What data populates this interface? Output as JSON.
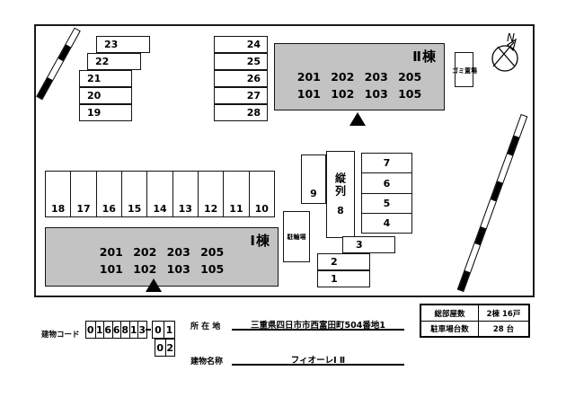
{
  "site_map": {
    "compass_n": "N",
    "garbage_label": "ゴミ置場",
    "bicycle_parking_label": "駐輪場",
    "buildings": [
      {
        "id": "building-2",
        "label": "Ⅱ棟",
        "rooms_row1": "201 202 203 205",
        "rooms_row2": "101 102 103 105"
      },
      {
        "id": "building-1",
        "label": "Ⅰ棟",
        "rooms_row1": "201 202 203 205",
        "rooms_row2": "101 102 103 105"
      }
    ],
    "parking": {
      "left_group": [
        "23",
        "22",
        "21",
        "20",
        "19"
      ],
      "top_column": [
        "24",
        "25",
        "26",
        "27",
        "28"
      ],
      "middle_row": [
        "18",
        "17",
        "16",
        "15",
        "14",
        "13",
        "12",
        "11",
        "10"
      ],
      "cluster": {
        "nine": "9",
        "tandem_label": "縦列",
        "eight": "8",
        "stack": [
          "7",
          "6",
          "5",
          "4"
        ],
        "three": "3",
        "two": "2",
        "one": "1"
      }
    }
  },
  "footer": {
    "building_code": {
      "label": "建物コード",
      "main_digits": [
        "0",
        "1",
        "6",
        "6",
        "8",
        "1",
        "3"
      ],
      "sub_digits_row1": [
        "0",
        "1"
      ],
      "sub_digits_row2": [
        "0",
        "2"
      ]
    },
    "address": {
      "label": "所 在 地",
      "value": "三重県四日市市西富田町504番地1"
    },
    "building_name": {
      "label": "建物名称",
      "value": "フィオーレⅠ Ⅱ"
    },
    "summary_table": {
      "rows": [
        {
          "label": "総部屋数",
          "value": "2棟 16戸"
        },
        {
          "label": "駐車場台数",
          "value": "28 台"
        }
      ]
    }
  },
  "colors": {
    "building_fill": "#c3c3c3",
    "line": "#000000",
    "background": "#ffffff"
  }
}
